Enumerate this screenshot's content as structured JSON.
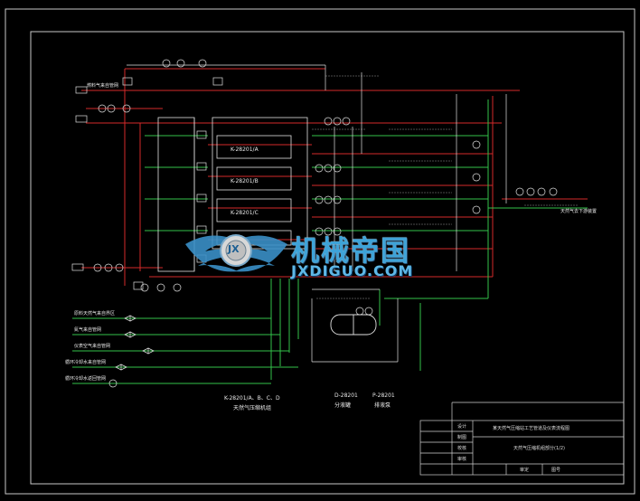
{
  "drawing": {
    "equipment_units": [
      {
        "tag": "K-28201/A",
        "label": "K-28201/A"
      },
      {
        "tag": "K-28201/B",
        "label": "K-28201/B"
      },
      {
        "tag": "K-28201/C",
        "label": "K-28201/C"
      }
    ],
    "bottom_captions": [
      {
        "tag": "K-28201/A、B、C、D",
        "name": "天然气压缩机组"
      },
      {
        "tag": "D-28201",
        "name": "分液罐"
      },
      {
        "tag": "P-28201",
        "name": "排液泵"
      }
    ],
    "left_inputs": [
      "原料天然气来自界区",
      "氮气来自管网",
      "仪表空气来自管网",
      "循环冷却水来自管网",
      "循环冷却水返回管网"
    ],
    "right_output": "天然气去下游装置",
    "top_inlet": "燃料气来自管网"
  },
  "watermark": {
    "cn": "机械帝国",
    "en": "JXDIGUO.COM",
    "badge": "JX"
  },
  "title_block": {
    "main_title_1": "某天然气压缩站工艺管道及仪表流程图",
    "main_title_2": "天然气压缩机组部分(1/2)",
    "rows_left": [
      "设计",
      "制图",
      "校核",
      "审核",
      "审定"
    ],
    "sheet": "图号"
  }
}
